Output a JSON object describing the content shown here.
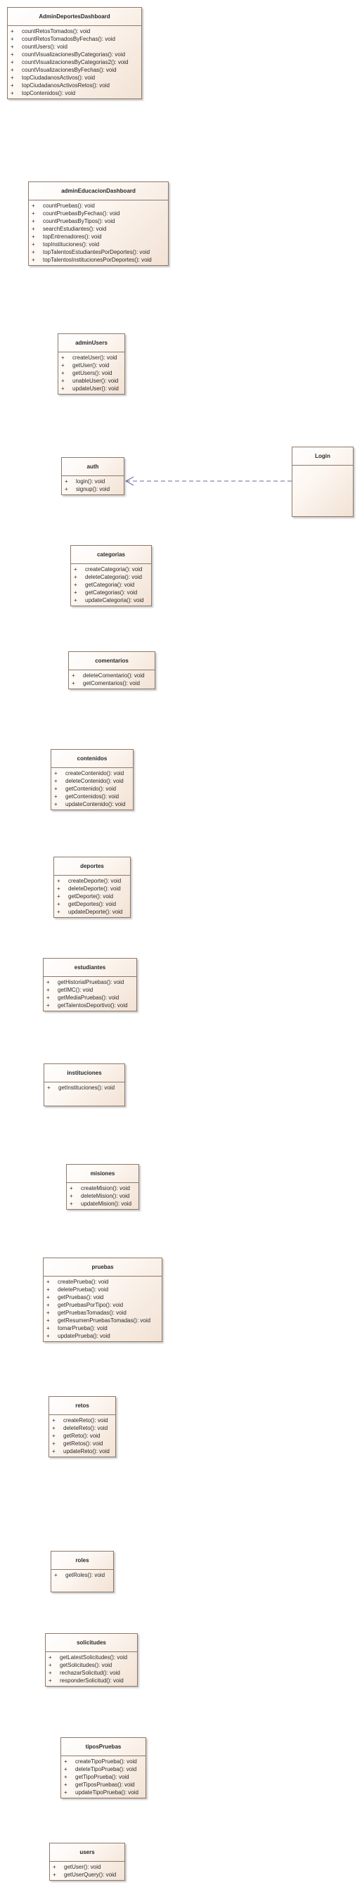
{
  "classes": [
    {
      "name": "AdminDeportesDashboard",
      "ops": [
        {
          "vis": "+",
          "sig": "countRetosTomados(): void"
        },
        {
          "vis": "+",
          "sig": "countRetosTomadosByFechas(): void"
        },
        {
          "vis": "+",
          "sig": "countUsers(): void"
        },
        {
          "vis": "+",
          "sig": "countVisualizacionesByCategorias(): void"
        },
        {
          "vis": "+",
          "sig": "countVisualizacionesByCategorias2(): void"
        },
        {
          "vis": "+",
          "sig": "countVisualizacionesByFechas(): void"
        },
        {
          "vis": "+",
          "sig": "topCiudadanosActivos(): void"
        },
        {
          "vis": "+",
          "sig": "topCiudadanosActivosRetos(): void"
        },
        {
          "vis": "+",
          "sig": "topContenidos(): void"
        }
      ]
    },
    {
      "name": "adminEducacionDashboard",
      "ops": [
        {
          "vis": "+",
          "sig": "countPruebas(): void"
        },
        {
          "vis": "+",
          "sig": "countPruebasByFechas(): void"
        },
        {
          "vis": "+",
          "sig": "countPruebasByTipos(): void"
        },
        {
          "vis": "+",
          "sig": "searchEstudiantes(): void"
        },
        {
          "vis": "+",
          "sig": "topEntrenadores(): void"
        },
        {
          "vis": "+",
          "sig": "topInstituciones(): void"
        },
        {
          "vis": "+",
          "sig": "topTalentosEstudiantesPorDeportes(): void"
        },
        {
          "vis": "+",
          "sig": "topTalentosInstitucionesPorDeportes(): void"
        }
      ]
    },
    {
      "name": "adminUsers",
      "ops": [
        {
          "vis": "+",
          "sig": "createUser(): void"
        },
        {
          "vis": "+",
          "sig": "getUser(): void"
        },
        {
          "vis": "+",
          "sig": "getUsers(): void"
        },
        {
          "vis": "+",
          "sig": "unableUser(): void"
        },
        {
          "vis": "+",
          "sig": "updateUser(): void"
        }
      ]
    },
    {
      "name": "auth",
      "ops": [
        {
          "vis": "+",
          "sig": "login(): void"
        },
        {
          "vis": "+",
          "sig": "signup(): void"
        }
      ]
    },
    {
      "name": "Login",
      "ops": []
    },
    {
      "name": "categorias",
      "ops": [
        {
          "vis": "+",
          "sig": "createCategoria(): void"
        },
        {
          "vis": "+",
          "sig": "deleteCategoria(): void"
        },
        {
          "vis": "+",
          "sig": "getCategoria(): void"
        },
        {
          "vis": "+",
          "sig": "getCategorias(): void"
        },
        {
          "vis": "+",
          "sig": "updateCategoria(): void"
        }
      ]
    },
    {
      "name": "comentarios",
      "ops": [
        {
          "vis": "+",
          "sig": "deleteComentario(): void"
        },
        {
          "vis": "+",
          "sig": "getComentarios(): void"
        }
      ]
    },
    {
      "name": "contenidos",
      "ops": [
        {
          "vis": "+",
          "sig": "createContenido(): void"
        },
        {
          "vis": "+",
          "sig": "deleteContenido(): void"
        },
        {
          "vis": "+",
          "sig": "getContenido(): void"
        },
        {
          "vis": "+",
          "sig": "getContenidos(): void"
        },
        {
          "vis": "+",
          "sig": "updateContenido(): void"
        }
      ]
    },
    {
      "name": "deportes",
      "ops": [
        {
          "vis": "+",
          "sig": "createDeporte(): void"
        },
        {
          "vis": "+",
          "sig": "deleteDeporte(): void"
        },
        {
          "vis": "+",
          "sig": "getDeporte(): void"
        },
        {
          "vis": "+",
          "sig": "getDeportes(): void"
        },
        {
          "vis": "+",
          "sig": "updateDeporte(): void"
        }
      ]
    },
    {
      "name": "estudiantes",
      "ops": [
        {
          "vis": "+",
          "sig": "getHistorialPruebas(): void"
        },
        {
          "vis": "+",
          "sig": "getIMC(): void"
        },
        {
          "vis": "+",
          "sig": "getMediaPruebas(): void"
        },
        {
          "vis": "+",
          "sig": "getTalentosDeportivo(): void"
        }
      ]
    },
    {
      "name": "instituciones",
      "ops": [
        {
          "vis": "+",
          "sig": "getInstituciones(): void"
        }
      ]
    },
    {
      "name": "misiones",
      "ops": [
        {
          "vis": "+",
          "sig": "createMision(): void"
        },
        {
          "vis": "+",
          "sig": "deleteMision(): void"
        },
        {
          "vis": "+",
          "sig": "updateMision(): void"
        }
      ]
    },
    {
      "name": "pruebas",
      "ops": [
        {
          "vis": "+",
          "sig": "createPrueba(): void"
        },
        {
          "vis": "+",
          "sig": "deletePrueba(): void"
        },
        {
          "vis": "+",
          "sig": "getPruebas(): void"
        },
        {
          "vis": "+",
          "sig": "getPruebasPorTipo(): void"
        },
        {
          "vis": "+",
          "sig": "getPruebasTomadas(): void"
        },
        {
          "vis": "+",
          "sig": "getResumenPruebasTomadas(): void"
        },
        {
          "vis": "+",
          "sig": "tomarPrueba(): void"
        },
        {
          "vis": "+",
          "sig": "updatePrueba(): void"
        }
      ]
    },
    {
      "name": "retos",
      "ops": [
        {
          "vis": "+",
          "sig": "createReto(): void"
        },
        {
          "vis": "+",
          "sig": "deleteReto(): void"
        },
        {
          "vis": "+",
          "sig": "getReto(): void"
        },
        {
          "vis": "+",
          "sig": "getRetos(): void"
        },
        {
          "vis": "+",
          "sig": "updateReto(): void"
        }
      ]
    },
    {
      "name": "roles",
      "ops": [
        {
          "vis": "+",
          "sig": "getRoles(): void"
        }
      ]
    },
    {
      "name": "solicitudes",
      "ops": [
        {
          "vis": "+",
          "sig": "getLatestSolicitudes(): void"
        },
        {
          "vis": "+",
          "sig": "getSolicitudes(): void"
        },
        {
          "vis": "+",
          "sig": "rechazarSolicitud(): void"
        },
        {
          "vis": "+",
          "sig": "responderSolicitud(): void"
        }
      ]
    },
    {
      "name": "tiposPruebas",
      "ops": [
        {
          "vis": "+",
          "sig": "createTipoPrueba(): void"
        },
        {
          "vis": "+",
          "sig": "deleteTipoPrueba(): void"
        },
        {
          "vis": "+",
          "sig": "getTipoPrueba(): void"
        },
        {
          "vis": "+",
          "sig": "getTiposPruebas(): void"
        },
        {
          "vis": "+",
          "sig": "updateTipoPrueba(): void"
        }
      ]
    },
    {
      "name": "users",
      "ops": [
        {
          "vis": "+",
          "sig": "getUser(): void"
        },
        {
          "vis": "+",
          "sig": "getUserQuery(): void"
        }
      ]
    }
  ],
  "colors": {
    "border": "#8e7868",
    "fill_light": "#fdf7f2",
    "fill_dark": "#f2e2d4",
    "dependency": "#6a6a9a"
  }
}
